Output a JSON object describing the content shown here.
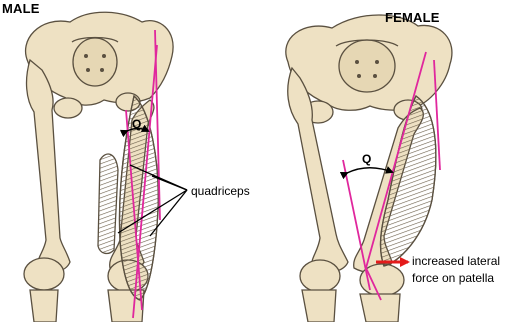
{
  "labels": {
    "male_title": "MALE",
    "female_title": "FEMALE",
    "q_angle_male": "Q",
    "q_angle_female": "Q",
    "quadriceps": "quadriceps",
    "force_line1": "increased lateral",
    "force_line2": "force on patella"
  },
  "colors": {
    "background": "#ffffff",
    "bone_fill": "#eee1c3",
    "bone_outline": "#5a5040",
    "q_line": "#e0279d",
    "force_arrow": "#e41b1b",
    "text": "#000000"
  },
  "icons": {
    "force_arrow": "red-arrow-right-icon",
    "angle_arc": "curved-double-arrow-icon"
  }
}
